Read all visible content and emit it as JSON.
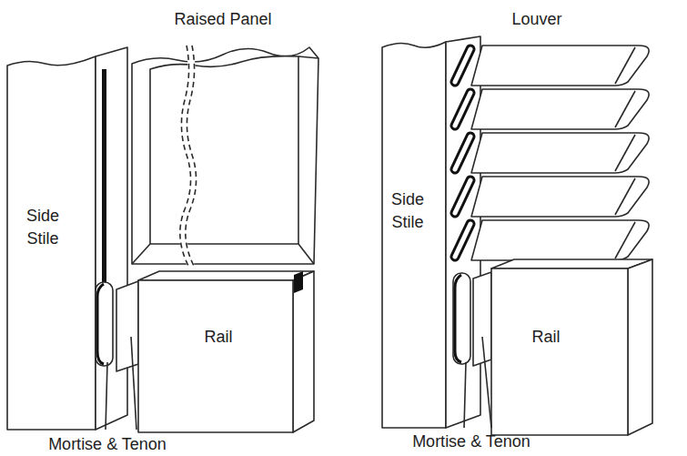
{
  "diagram": {
    "nodes": [
      {
        "text": [
          "Side Stile"
        ]
      },
      {
        "text": [
          "Rail"
        ]
      },
      {
        "text": [
          "Side Stile"
        ]
      },
      {
        "text": [
          "Rail"
        ]
      }
    ],
    "labels": [
      "Raised Panel",
      "Mortise & Tenon",
      "Louver",
      "Mortise & Tenon"
    ]
  }
}
